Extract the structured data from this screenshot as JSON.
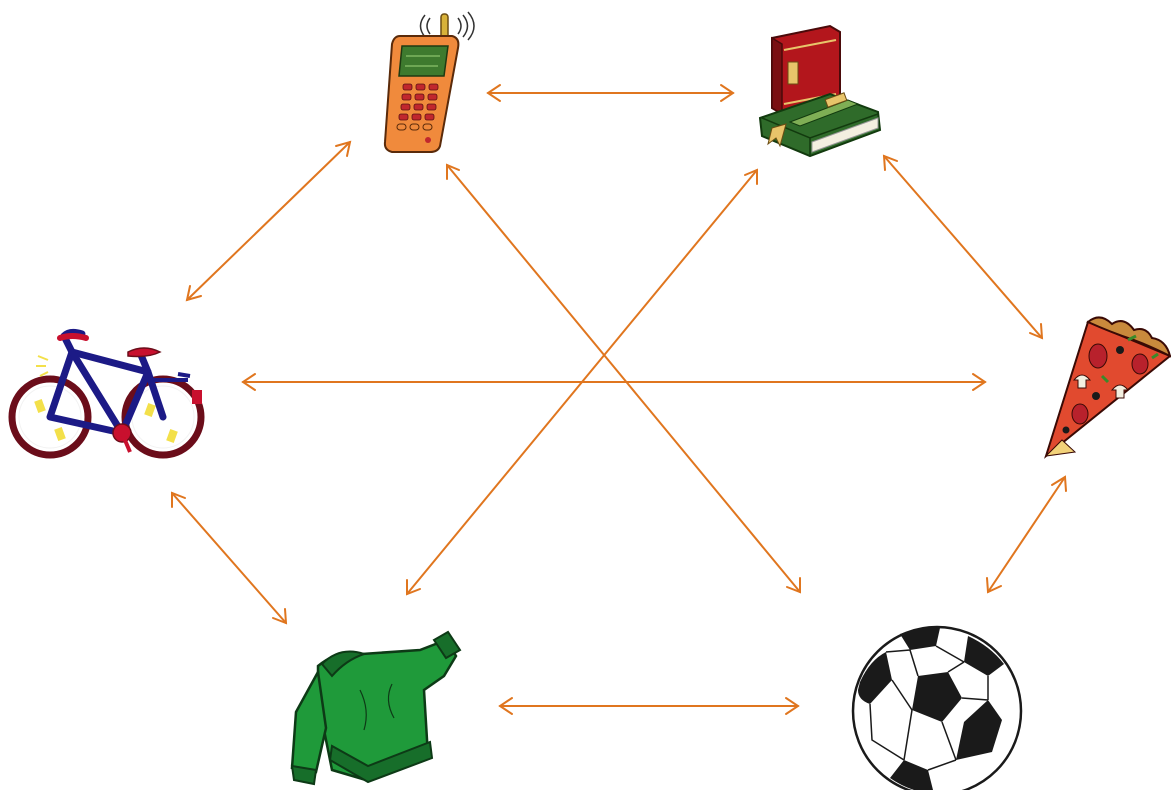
{
  "diagram": {
    "connector_color": "#E0761F",
    "nodes": [
      {
        "id": "phone",
        "icon": "mobile-phone-icon"
      },
      {
        "id": "books",
        "icon": "books-icon"
      },
      {
        "id": "bicycle",
        "icon": "bicycle-icon"
      },
      {
        "id": "pizza",
        "icon": "pizza-slice-icon"
      },
      {
        "id": "sweater",
        "icon": "sweater-icon"
      },
      {
        "id": "football",
        "icon": "soccer-ball-icon"
      }
    ],
    "connections": [
      {
        "from": "phone",
        "to": "books",
        "bidirectional": true
      },
      {
        "from": "phone",
        "to": "bicycle",
        "bidirectional": true
      },
      {
        "from": "phone",
        "to": "football",
        "bidirectional": true
      },
      {
        "from": "books",
        "to": "pizza",
        "bidirectional": true
      },
      {
        "from": "books",
        "to": "sweater",
        "bidirectional": true
      },
      {
        "from": "bicycle",
        "to": "pizza",
        "bidirectional": true
      },
      {
        "from": "bicycle",
        "to": "sweater",
        "bidirectional": true
      },
      {
        "from": "pizza",
        "to": "football",
        "bidirectional": true
      },
      {
        "from": "sweater",
        "to": "football",
        "bidirectional": true
      }
    ]
  }
}
